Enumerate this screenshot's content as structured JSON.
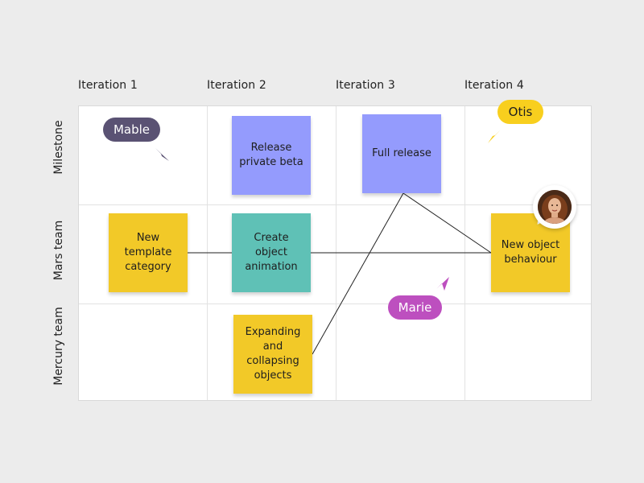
{
  "board": {
    "columns": [
      "Iteration 1",
      "Iteration 2",
      "Iteration 3",
      "Iteration 4"
    ],
    "rows": [
      "Milestone",
      "Mars team",
      "Mercury team"
    ]
  },
  "stickies": {
    "release_private_beta": {
      "text": "Release private beta",
      "color": "#949bfd"
    },
    "full_release": {
      "text": "Full release",
      "color": "#949bfd"
    },
    "new_template_category": {
      "text": "New template category",
      "color": "#f2c928"
    },
    "create_object_animation": {
      "text": "Create object animation",
      "color": "#5fc1b6"
    },
    "new_object_behaviour": {
      "text": "New object behaviour",
      "color": "#f2c928"
    },
    "expanding_collapsing": {
      "text": "Expanding and collapsing objects",
      "color": "#f2c928"
    }
  },
  "cursors": {
    "mable": {
      "name": "Mable",
      "color": "#5a5273",
      "icon": "cursor-arrow-icon"
    },
    "otis": {
      "name": "Otis",
      "color": "#f8cf1e",
      "icon": "cursor-arrow-icon"
    },
    "marie": {
      "name": "Marie",
      "color": "#bd4fbf",
      "icon": "cursor-arrow-icon"
    }
  },
  "avatar": {
    "icon": "user-avatar-icon"
  }
}
